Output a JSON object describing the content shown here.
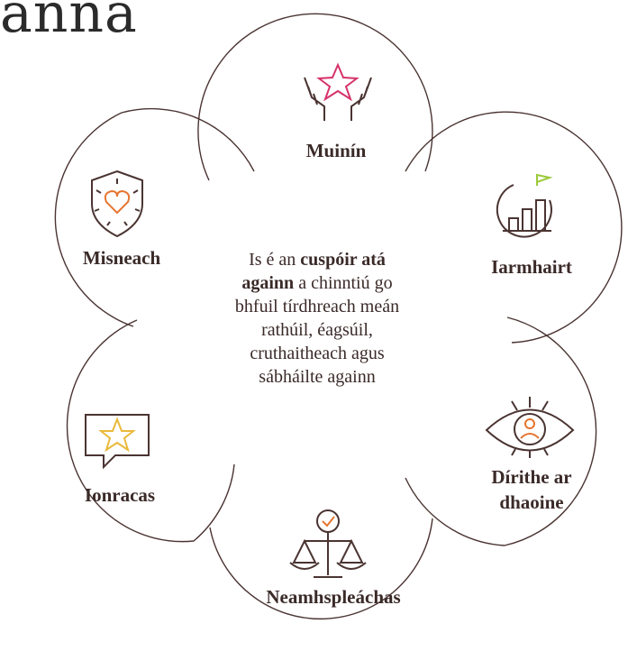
{
  "title_fragment": "anna",
  "center": {
    "line1_pre": "Is é an ",
    "line1_bold": "cuspóir atá",
    "line2_bold": "againn",
    "line2_post": " a chinntiú go",
    "line3": "bhfuil tírdhreach meán",
    "line4": "rathúil, éagsúil,",
    "line5": "cruthaitheach agus",
    "line6": "sábháilte againn"
  },
  "values": {
    "muinin": "Muinín",
    "misneach": "Misneach",
    "iarmhairt": "Iarmhairt",
    "ionracas": "Ionracas",
    "dirithe_line1": "Dírithe ar",
    "dirithe_line2": "dhaoine",
    "neamhspleachas": "Neamhspleáchas"
  },
  "colors": {
    "line": "#4a3432",
    "pink": "#d6336c",
    "gold": "#e9b93a",
    "orange": "#e6752f",
    "green": "#9cc93a"
  },
  "icons": {
    "muinin": "hands-star-icon",
    "misneach": "shield-heart-icon",
    "iarmhairt": "growth-chart-icon",
    "ionracas": "speech-star-icon",
    "dirithe": "eye-person-icon",
    "neamhspleachas": "scales-check-icon"
  }
}
